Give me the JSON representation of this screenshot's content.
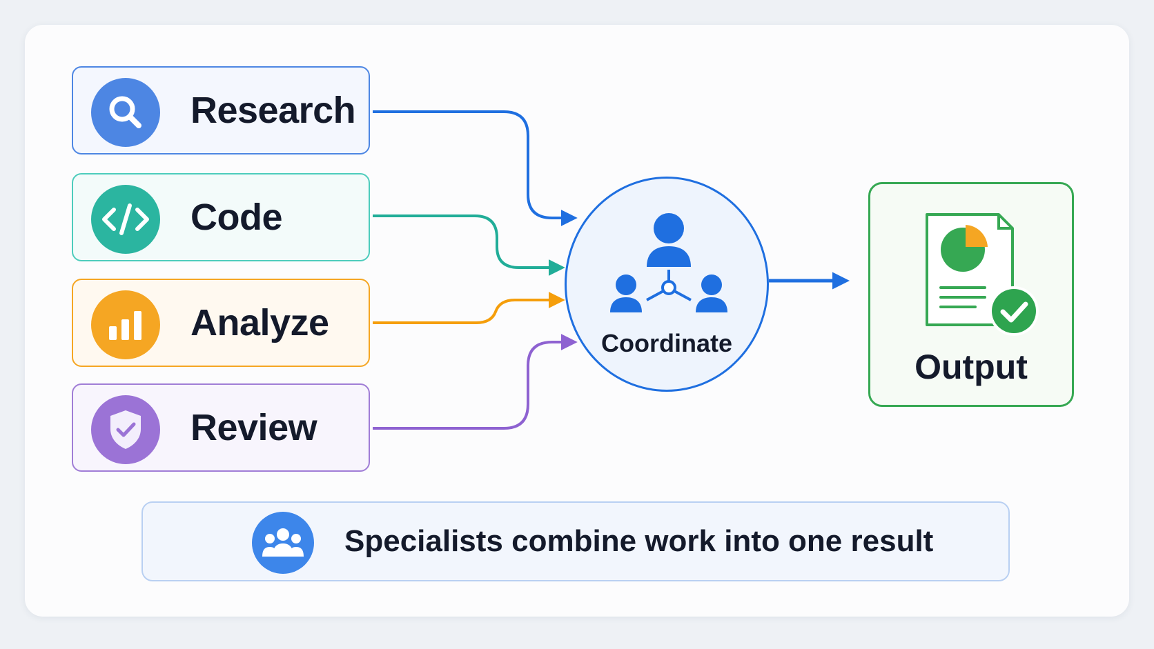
{
  "specialists": [
    {
      "label": "Research",
      "icon": "search-icon",
      "color": "#4d86e3"
    },
    {
      "label": "Code",
      "icon": "code-icon",
      "color": "#2bb5a0"
    },
    {
      "label": "Analyze",
      "icon": "bar-chart-icon",
      "color": "#f5a623"
    },
    {
      "label": "Review",
      "icon": "shield-check-icon",
      "color": "#9b73d6"
    }
  ],
  "coordinator": {
    "label": "Coordinate",
    "icon": "team-hub-icon",
    "color": "#1f6fe0"
  },
  "output": {
    "label": "Output",
    "icon": "report-check-icon",
    "color": "#36a853"
  },
  "summary": {
    "text": "Specialists combine work into one result",
    "icon": "group-icon",
    "color": "#3d86ea"
  }
}
